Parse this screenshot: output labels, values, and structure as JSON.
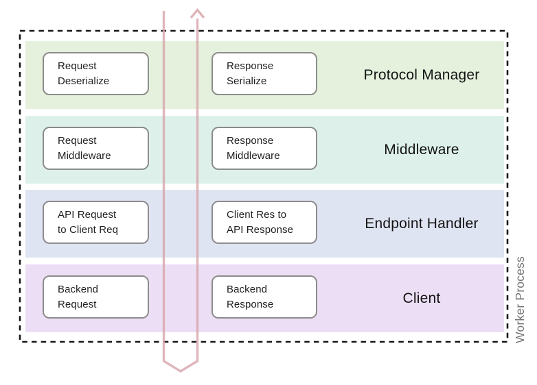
{
  "diagram": {
    "frame_label": "Worker Process",
    "rows": [
      {
        "label": "Protocol Manager",
        "band_color": "#e5f1dd",
        "left_box": "Request\nDeserialize",
        "right_box": "Response\nSerialize"
      },
      {
        "label": "Middleware",
        "band_color": "#ddf1ea",
        "left_box": "Request\nMiddleware",
        "right_box": "Response\nMiddleware"
      },
      {
        "label": "Endpoint Handler",
        "band_color": "#dfe4f2",
        "left_box": "API Request\nto Client Req",
        "right_box": "Client Res to\nAPI Response"
      },
      {
        "label": "Client",
        "band_color": "#ecdff5",
        "left_box": "Backend\nRequest",
        "right_box": "Backend\nResponse"
      }
    ],
    "arrows": {
      "color": "#d8a6ac",
      "down_arrow": "request-flow-down",
      "up_arrow": "response-flow-up"
    },
    "frame_border_color": "#161616",
    "box_border_color": "#8c8c8c"
  }
}
